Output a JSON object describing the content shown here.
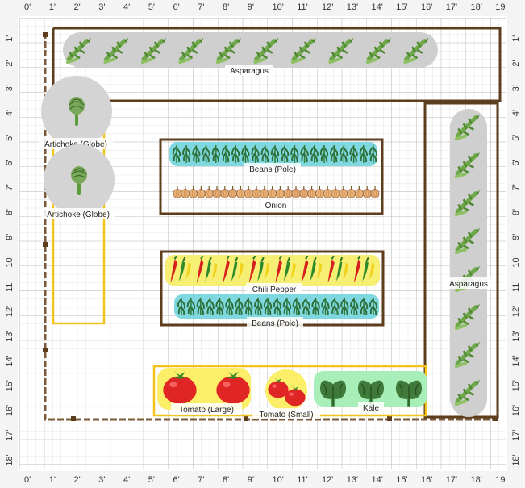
{
  "ruler": {
    "top": [
      "0'",
      "1'",
      "2'",
      "3'",
      "4'",
      "5'",
      "6'",
      "7'",
      "8'",
      "9'",
      "10'",
      "11'",
      "12'",
      "13'",
      "14'",
      "15'",
      "16'",
      "17'",
      "18'",
      "19'"
    ],
    "side": [
      "1'",
      "2'",
      "3'",
      "4'",
      "5'",
      "6'",
      "7'",
      "8'",
      "9'",
      "10'",
      "11'",
      "12'",
      "13'",
      "14'",
      "15'",
      "16'",
      "17'",
      "18'"
    ]
  },
  "plants": {
    "asparagus_top": "Asparagus",
    "asparagus_right": "Asparagus",
    "artichoke_1": "Artichoke (Globe)",
    "artichoke_2": "Artichoke (Globe)",
    "beans_pole_1": "Beans (Pole)",
    "onion": "Onion",
    "chili_pepper": "Chili Pepper",
    "beans_pole_2": "Beans (Pole)",
    "tomato_large": "Tomato (Large)",
    "tomato_small": "Tomato (Small)",
    "kale": "Kale"
  },
  "icons": {
    "asparagus": "asparagus-icon",
    "artichoke": "artichoke-icon",
    "beans": "bean-icon",
    "onion": "onion-icon",
    "pepper": "chili-pepper-icon",
    "tomato": "tomato-icon",
    "kale": "kale-icon"
  },
  "colors": {
    "bed_border": "#5c3d1e",
    "yellow_border": "#f2c31a",
    "asparagus_row": "#cfcfcf",
    "beans_row": "#7fd8e0",
    "pepper_row": "#f7ef73",
    "tomato_bg": "#fbef6a",
    "kale_row": "#a8eeb8"
  }
}
